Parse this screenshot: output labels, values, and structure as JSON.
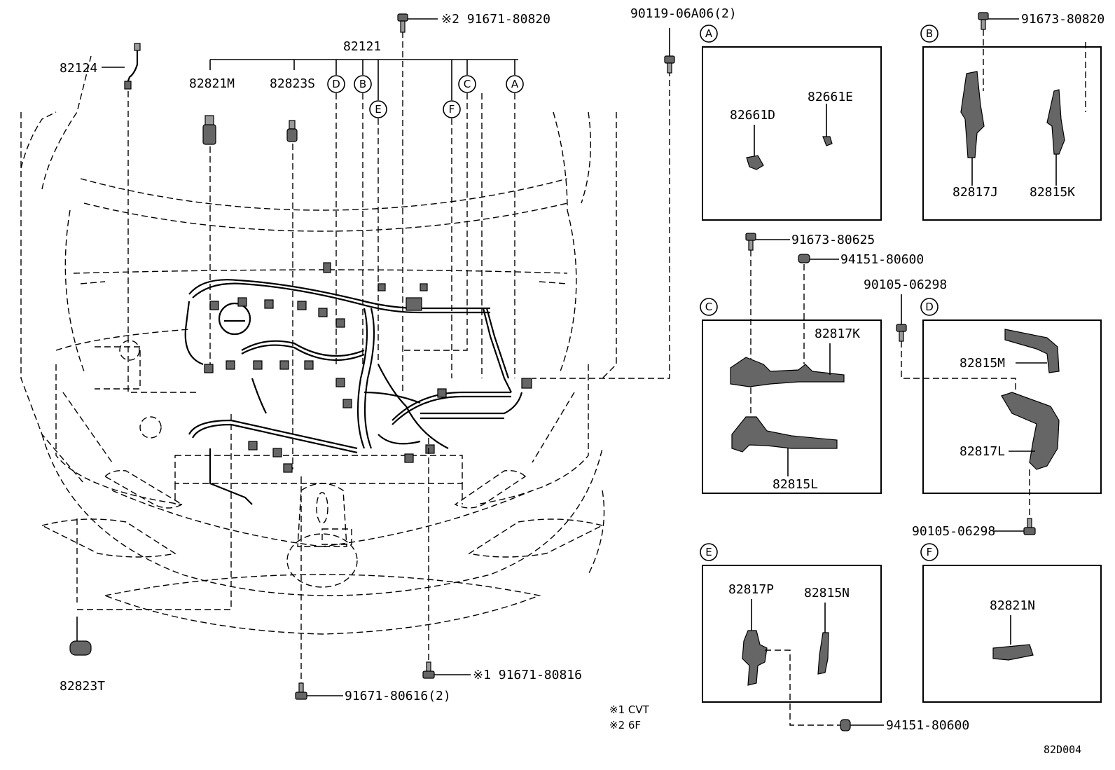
{
  "diagram": {
    "code": "82D004",
    "notes": [
      "※1 CVT",
      "※2 6F"
    ],
    "main_labels": {
      "harness": "82121",
      "p82124": "82124",
      "p82821M": "82821M",
      "p82823S": "82823S",
      "p82823T": "82823T",
      "bolt_top": "※2 91671-80820",
      "bolt_right": "90119-06A06(2)",
      "bolt_bottom_mid": "※1 91671-80816",
      "bolt_bottom_left": "91671-80616(2)"
    },
    "harness_callouts": [
      "D",
      "B",
      "E",
      "F",
      "C",
      "A"
    ],
    "panels": {
      "A": {
        "letter": "A",
        "parts": [
          "82661D",
          "82661E"
        ]
      },
      "B": {
        "letter": "B",
        "parts": [
          "82817J",
          "82815K"
        ],
        "bolt": "91673-80820"
      },
      "C": {
        "letter": "C",
        "parts": [
          "82817K",
          "82815L"
        ],
        "bolts": [
          "91673-80625",
          "94151-80600"
        ]
      },
      "D": {
        "letter": "D",
        "parts": [
          "82815M",
          "82817L"
        ],
        "bolts": [
          "90105-06298",
          "90105-06298"
        ]
      },
      "E": {
        "letter": "E",
        "parts": [
          "82817P",
          "82815N"
        ],
        "bolt": "94151-80600"
      },
      "F": {
        "letter": "F",
        "parts": [
          "82821N"
        ]
      }
    }
  }
}
